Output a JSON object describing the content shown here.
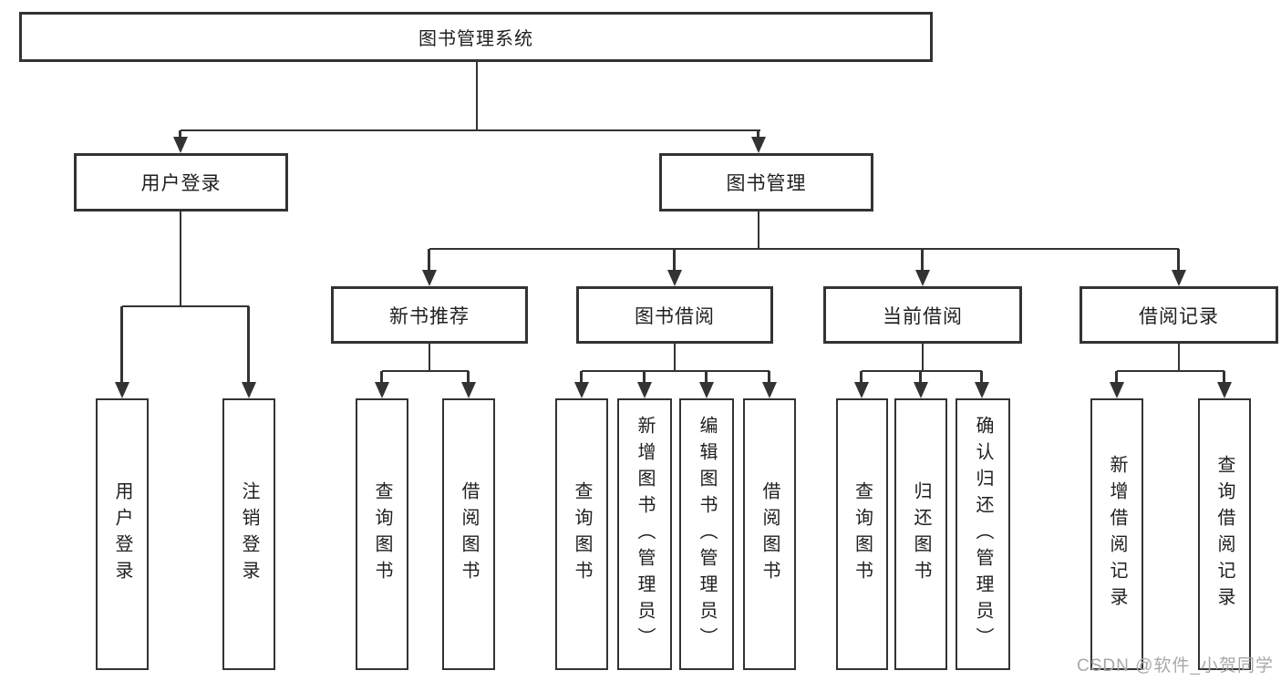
{
  "colors": {
    "line": "#333333",
    "border": "#333333",
    "box_bg": "#ffffff",
    "text": "#1f1f1f",
    "watermark": "#a8a8a8",
    "page_bg": "#ffffff"
  },
  "diagram": {
    "root": {
      "label": "图书管理系统"
    },
    "branches": [
      {
        "label": "用户登录",
        "children": [
          {
            "label": "用户登录"
          },
          {
            "label": "注销登录"
          }
        ]
      },
      {
        "label": "图书管理",
        "children": [
          {
            "label": "新书推荐",
            "children": [
              {
                "label": "查询图书"
              },
              {
                "label": "借阅图书"
              }
            ]
          },
          {
            "label": "图书借阅",
            "children": [
              {
                "label": "查询图书"
              },
              {
                "label": "新增图书（管理员）"
              },
              {
                "label": "编辑图书（管理员）"
              },
              {
                "label": "借阅图书"
              }
            ]
          },
          {
            "label": "当前借阅",
            "children": [
              {
                "label": "查询图书"
              },
              {
                "label": "归还图书"
              },
              {
                "label": "确认归还（管理员）"
              }
            ]
          },
          {
            "label": "借阅记录",
            "children": [
              {
                "label": "新增借阅记录"
              },
              {
                "label": "查询借阅记录"
              }
            ]
          }
        ]
      }
    ]
  },
  "watermark": {
    "text": "CSDN @软件_小贺同学"
  }
}
